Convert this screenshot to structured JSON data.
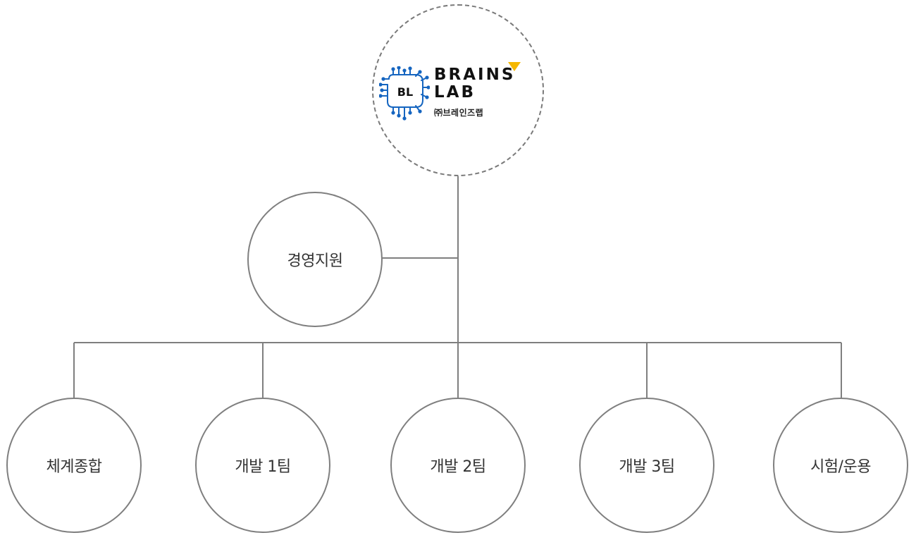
{
  "logo": {
    "brand_line1": "BRAINS",
    "brand_line2": "LAB",
    "korean_name": "㈜브레인즈랩",
    "mark_text": "BL",
    "colors": {
      "circuit": "#1565c0",
      "accent": "#f5b800",
      "text": "#111111"
    }
  },
  "nodes": {
    "support": "경영지원",
    "teams": [
      "체계종합",
      "개발 1팀",
      "개발 2팀",
      "개발 3팀",
      "시험/운용"
    ]
  },
  "colors": {
    "line": "#7f7f7f",
    "node_border": "#7f7f7f",
    "label": "#333333"
  }
}
